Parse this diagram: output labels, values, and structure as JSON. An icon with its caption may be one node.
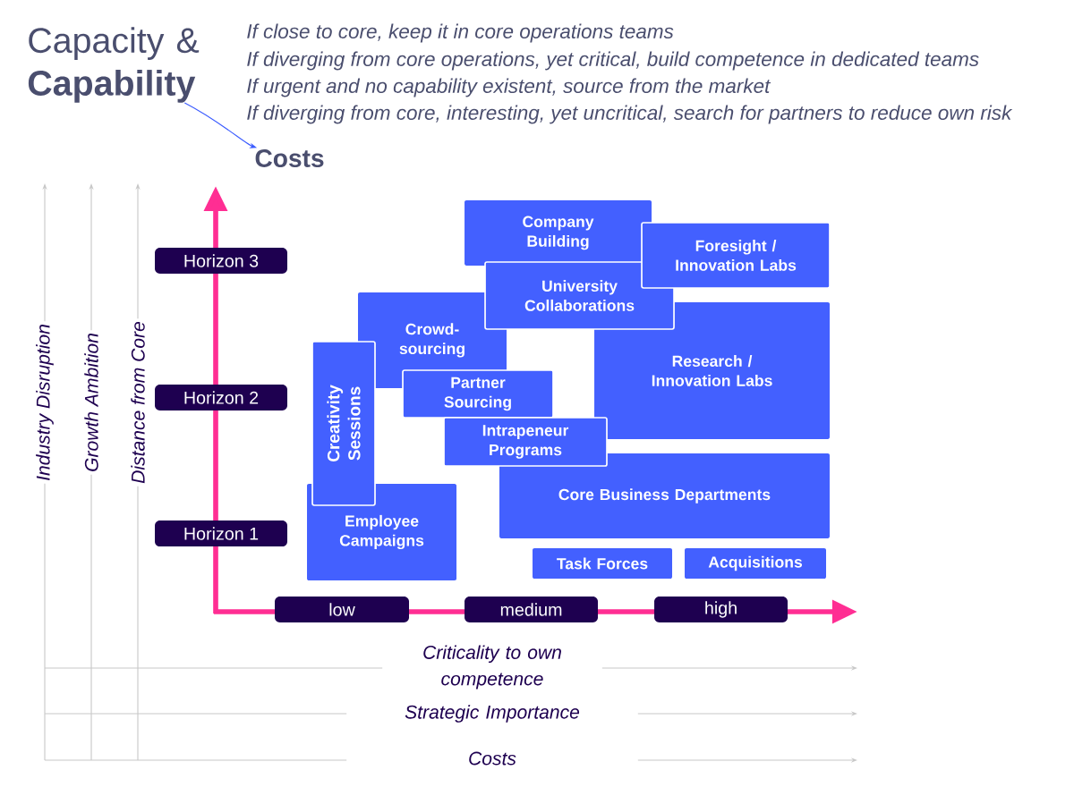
{
  "diagram": {
    "nodes": [
      {
        "text": [
          "Costs"
        ]
      },
      {
        "text": [
          "Company Building"
        ]
      },
      {
        "text": [
          "Foresight / Innovation Labs"
        ]
      },
      {
        "text": [
          "University Collaborations"
        ]
      },
      {
        "text": [
          "Crowd-sourcing"
        ]
      },
      {
        "text": [
          "Creativity Sessions"
        ]
      },
      {
        "text": [
          "Research / Innovation Labs"
        ]
      },
      {
        "text": [
          "Partner Sourcing"
        ]
      },
      {
        "text": [
          "Intrapeneur Programs"
        ]
      },
      {
        "text": [
          "Core Business Departments"
        ]
      },
      {
        "text": [
          "Employee Campaigns"
        ]
      },
      {
        "text": [
          "Task Forces"
        ]
      },
      {
        "text": [
          "Acquisitions"
        ]
      },
      {
        "text": [
          "Horizon 3"
        ]
      },
      {
        "text": [
          "Horizon 2"
        ]
      },
      {
        "text": [
          "Horizon 1"
        ]
      },
      {
        "text": [
          "low"
        ]
      },
      {
        "text": [
          "medium"
        ]
      },
      {
        "text": [
          "high"
        ]
      },
      {
        "text": [
          "Capacity & **Capability**"
        ]
      }
    ],
    "edges": [
      {
        "from": 19,
        "to": 0,
        "arrow": "to",
        "color": "#3a5bff"
      }
    ],
    "labels": [
      "If close to core, keep it in core operations teams",
      "If diverging from core operations, yet critical, build competence in dedicated teams",
      "If urgent and no capability existent, source from the market",
      "If diverging from core, interesting, yet uncritical, search for partners to reduce own risk",
      "Industry Disruption",
      "Growth Ambition",
      "Distance from Core",
      "Criticality to own competence",
      "Strategic Importance",
      "Costs"
    ]
  }
}
